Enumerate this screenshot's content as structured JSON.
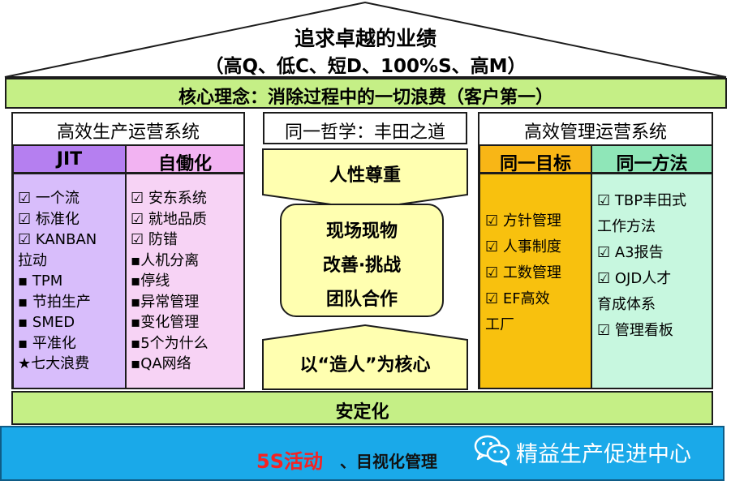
{
  "roof": {
    "title": "追求卓越的业绩",
    "subtitle": "（高Q、低C、短D、100%S、高M）"
  },
  "core_concept": "核心理念：消除过程中的一切浪费（客户第一）",
  "left_pillar": {
    "title": "高效生产运营系统",
    "jit": {
      "header": "JIT",
      "items": [
        "☑ 一个流",
        "☑ 标准化",
        "☑ KANBAN",
        "拉动",
        "▪ TPM",
        "▪ 节拍生产",
        "▪ SMED",
        "▪ 平准化",
        "★七大浪费"
      ]
    },
    "jidoka": {
      "header": "自働化",
      "items": [
        "☑ 安东系统",
        "☑ 就地品质",
        "☑ 防错",
        "▪人机分离",
        "▪停线",
        "▪异常管理",
        "▪变化管理",
        "▪5个为什么",
        "▪QA网络"
      ]
    }
  },
  "middle": {
    "title": "同一哲学：丰田之道",
    "top_arrow": "人性尊重",
    "center_lines": [
      "现场现物",
      "改善·挑战",
      "团队合作"
    ],
    "bottom_arrow": "以“造人”为核心"
  },
  "right_pillar": {
    "title": "高效管理运营系统",
    "goal": {
      "header": "同一目标",
      "items": [
        "☑ 方针管理",
        "☑ 人事制度",
        "☑ 工数管理",
        "☑ EF高效",
        "工厂"
      ]
    },
    "method": {
      "header": "同一方法",
      "items": [
        "☑ TBP丰田式",
        "工作方法",
        "☑ A3报告",
        "☑ OJD人才",
        "育成体系",
        "☑ 管理看板"
      ]
    }
  },
  "stability": "安定化",
  "base": {
    "highlight": "5S活动",
    "rest": "、目视化管理",
    "account_name": "精益生产促进中心",
    "icon": "wechat-icon"
  },
  "colors": {
    "green_band": "#c5ef86",
    "jit": "#b57ff0",
    "jidoka": "#f2b3f2",
    "goal": "#f8b616",
    "method": "#8fe6b8",
    "base": "#1aa9e9",
    "highlight_red": "#f52222"
  }
}
